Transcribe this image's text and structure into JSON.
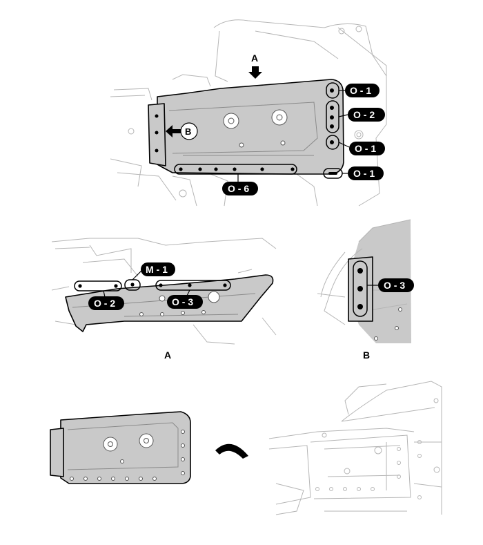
{
  "top_view": {
    "view_a_marker": "A",
    "view_b_marker": "B",
    "callouts": [
      "O - 1",
      "O - 2",
      "O - 1",
      "O - 1",
      "O - 6"
    ]
  },
  "detail_a": {
    "callouts": [
      "M - 1",
      "O - 2",
      "O - 3"
    ],
    "caption": "A"
  },
  "detail_b": {
    "callouts": [
      "O - 3"
    ],
    "caption": "B"
  },
  "icons": {
    "arrow_down": "arrow-down-icon",
    "arrow_left": "arrow-left-icon",
    "curved_arrow": "curved-arrow-icon"
  }
}
